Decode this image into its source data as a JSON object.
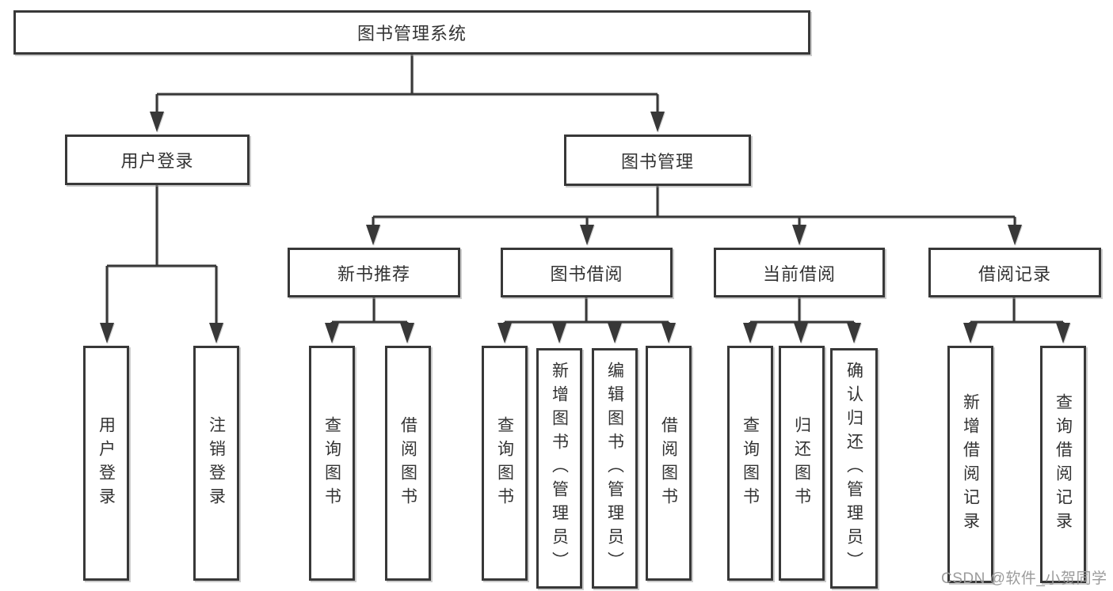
{
  "diagram": {
    "type": "hierarchy-tree",
    "title": "图书管理系统",
    "watermark": "CSDN @软件_小贺同学",
    "colors": {
      "background": "#ffffff",
      "line": "#383838",
      "box_border": "#383838",
      "text": "#333333",
      "watermark": "#9b9b9b"
    }
  },
  "tree": {
    "label": "图书管理系统",
    "children": [
      {
        "label": "用户登录",
        "children": [
          {
            "label": "用户登录"
          },
          {
            "label": "注销登录"
          }
        ]
      },
      {
        "label": "图书管理",
        "children": [
          {
            "label": "新书推荐",
            "children": [
              {
                "label": "查询图书"
              },
              {
                "label": "借阅图书"
              }
            ]
          },
          {
            "label": "图书借阅",
            "children": [
              {
                "label": "查询图书"
              },
              {
                "label": "新增图书（管理员）"
              },
              {
                "label": "编辑图书（管理员）"
              },
              {
                "label": "借阅图书"
              }
            ]
          },
          {
            "label": "当前借阅",
            "children": [
              {
                "label": "查询图书"
              },
              {
                "label": "归还图书"
              },
              {
                "label": "确认归还（管理员）"
              }
            ]
          },
          {
            "label": "借阅记录",
            "children": [
              {
                "label": "新增借阅记录"
              },
              {
                "label": "查询借阅记录"
              }
            ]
          }
        ]
      }
    ]
  }
}
